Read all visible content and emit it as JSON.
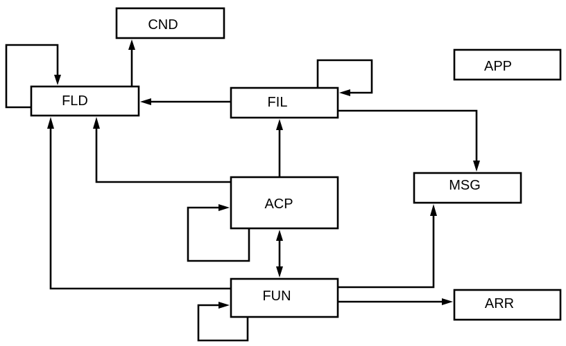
{
  "diagram": {
    "type": "module dependency graph",
    "nodes": [
      {
        "id": "CND",
        "label": "CND"
      },
      {
        "id": "FLD",
        "label": "FLD"
      },
      {
        "id": "FIL",
        "label": "FIL"
      },
      {
        "id": "APP",
        "label": "APP"
      },
      {
        "id": "MSG",
        "label": "MSG"
      },
      {
        "id": "ACP",
        "label": "ACP"
      },
      {
        "id": "FUN",
        "label": "FUN"
      },
      {
        "id": "ARR",
        "label": "ARR"
      }
    ],
    "edges": [
      {
        "from": "FLD",
        "to": "FLD",
        "kind": "self-loop"
      },
      {
        "from": "FLD",
        "to": "CND",
        "kind": "directed"
      },
      {
        "from": "FIL",
        "to": "FLD",
        "kind": "directed"
      },
      {
        "from": "FIL",
        "to": "FIL",
        "kind": "self-loop"
      },
      {
        "from": "FIL",
        "to": "MSG",
        "kind": "directed"
      },
      {
        "from": "ACP",
        "to": "FIL",
        "kind": "directed"
      },
      {
        "from": "ACP",
        "to": "FLD",
        "kind": "directed"
      },
      {
        "from": "ACP",
        "to": "ACP",
        "kind": "self-loop"
      },
      {
        "from": "ACP",
        "to": "FUN",
        "kind": "bidirectional"
      },
      {
        "from": "FUN",
        "to": "FLD",
        "kind": "directed"
      },
      {
        "from": "FUN",
        "to": "MSG",
        "kind": "directed"
      },
      {
        "from": "FUN",
        "to": "ARR",
        "kind": "directed"
      },
      {
        "from": "FUN",
        "to": "FUN",
        "kind": "self-loop"
      }
    ],
    "colors": {
      "stroke": "#000000",
      "fill": "#ffffff",
      "text": "#000000"
    }
  }
}
